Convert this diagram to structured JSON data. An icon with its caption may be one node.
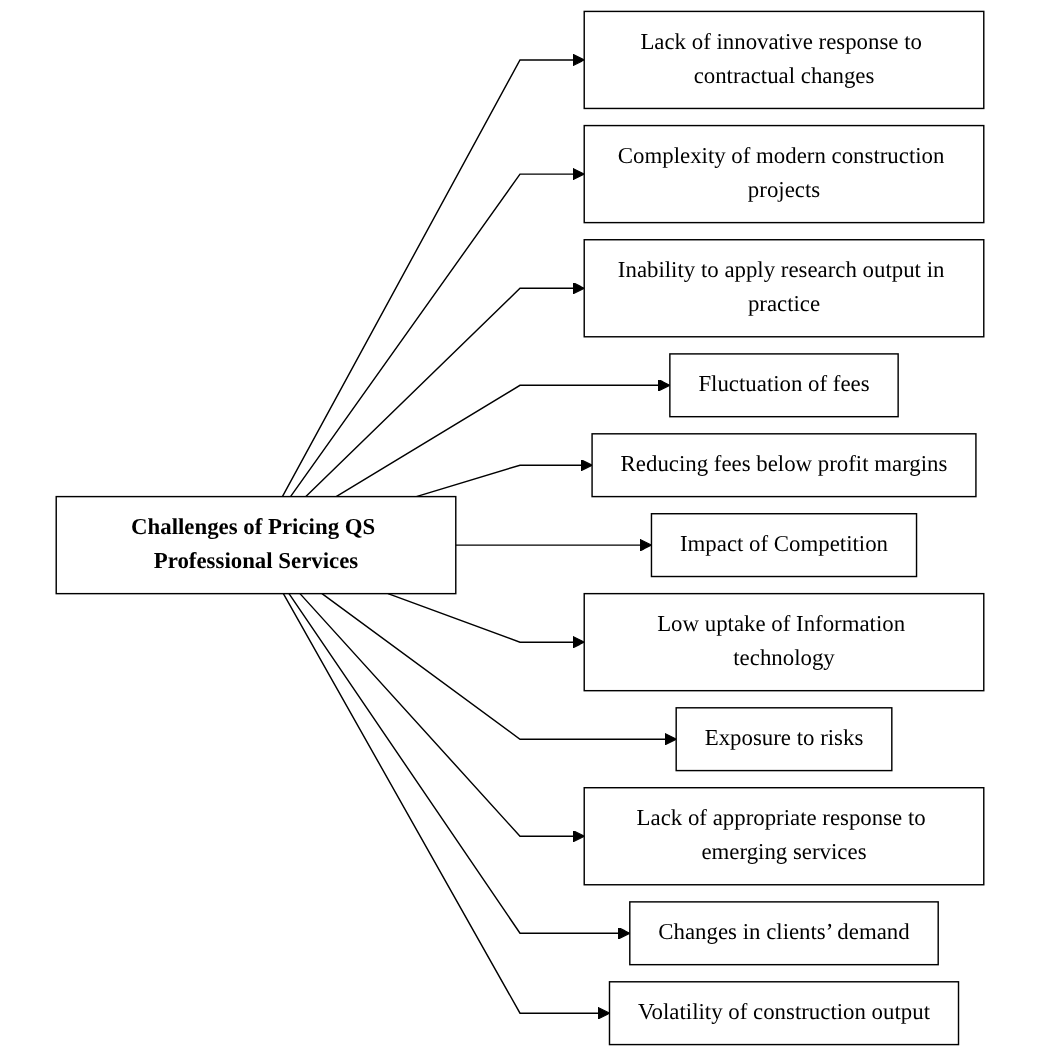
{
  "diagram": {
    "nodes": [
      {
        "text": [
          "Challenges of Pricing QS Professional Services"
        ]
      },
      {
        "text": [
          "Lack of innovative response to contractual changes"
        ]
      },
      {
        "text": [
          "Complexity of modern construction projects"
        ]
      },
      {
        "text": [
          "Inability to apply research output in practice"
        ]
      },
      {
        "text": [
          "Fluctuation of fees"
        ]
      },
      {
        "text": [
          "Reducing fees below profit margins"
        ]
      },
      {
        "text": [
          "Impact of Competition"
        ]
      },
      {
        "text": [
          "Low uptake of Information technology"
        ]
      },
      {
        "text": [
          "Exposure to risks"
        ]
      },
      {
        "text": [
          "Lack of appropriate response to emerging services"
        ]
      },
      {
        "text": [
          "Changes in clients’ demand"
        ]
      },
      {
        "text": [
          "Volatility of construction output"
        ]
      }
    ],
    "edges": [
      {
        "from": 0,
        "to": 1,
        "arrow": "to"
      },
      {
        "from": 0,
        "to": 2,
        "arrow": "to"
      },
      {
        "from": 0,
        "to": 3,
        "arrow": "to"
      },
      {
        "from": 0,
        "to": 4,
        "arrow": "to"
      },
      {
        "from": 0,
        "to": 5,
        "arrow": "to"
      },
      {
        "from": 0,
        "to": 6,
        "arrow": "to"
      },
      {
        "from": 0,
        "to": 7,
        "arrow": "to"
      },
      {
        "from": 0,
        "to": 8,
        "arrow": "to"
      },
      {
        "from": 0,
        "to": 9,
        "arrow": "to"
      },
      {
        "from": 0,
        "to": 10,
        "arrow": "to"
      },
      {
        "from": 0,
        "to": 11,
        "arrow": "to"
      }
    ]
  }
}
